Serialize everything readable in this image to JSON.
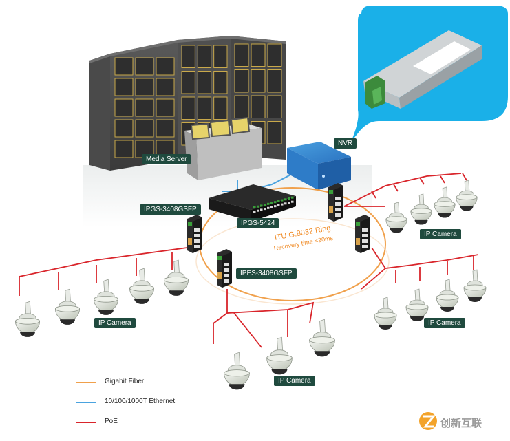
{
  "labels": {
    "nvr": "NVR",
    "media_server": "Media Server",
    "ipgs_3408gsfp": "IPGS-3408GSFP",
    "ipgs_5424": "IPGS-5424",
    "ipes_3408gsfp": "IPES-3408GSFP",
    "ring_title": "ITU G.8032 Ring",
    "ring_subtitle": "Recovery time <20ms",
    "ip_camera_right_top": "IP Camera",
    "ip_camera_left": "IP Camera",
    "ip_camera_right_bottom": "IP Camera",
    "ip_camera_bottom": "IP Camera"
  },
  "legend": [
    {
      "label": "Gigabit Fiber",
      "color": "#f0a04b"
    },
    {
      "label": "10/100/1000T Ethernet",
      "color": "#4aa3df"
    },
    {
      "label": "PoE",
      "color": "#d9252b"
    }
  ],
  "watermark": {
    "text": "创新互联"
  },
  "colors": {
    "tag_bg": "#1f4a3e",
    "fiber": "#f0a04b",
    "ethernet": "#4aa3df",
    "poe": "#d9252b",
    "sfp_bubble": "#1ab0e8"
  },
  "icons": [
    "video-wall-icon",
    "control-console-icon",
    "nvr-box-icon",
    "core-switch-icon",
    "din-rail-switch-icon",
    "ptz-dome-camera-icon",
    "sfp-module-icon",
    "brand-logo-icon"
  ]
}
